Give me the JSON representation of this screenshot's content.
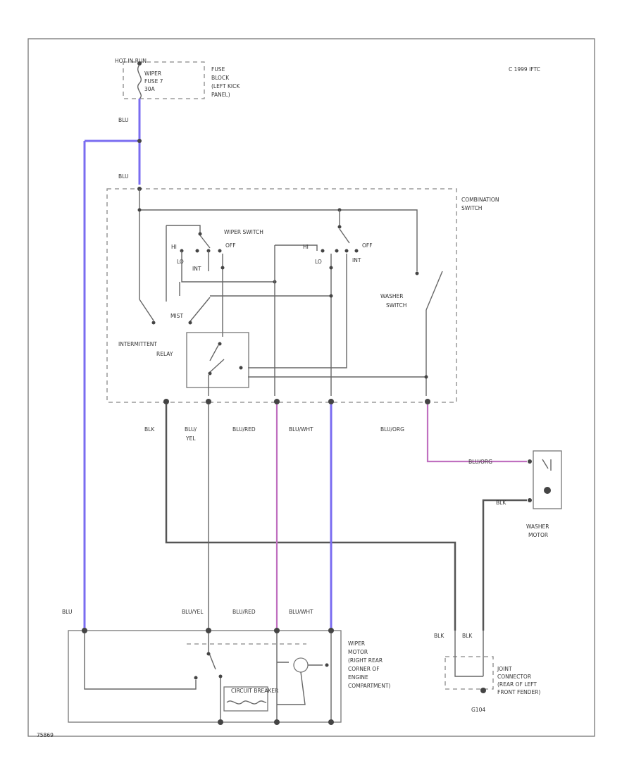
{
  "copyright": "C 1999 IFTC",
  "fuse_block": {
    "top_label": "HOT IN RUN",
    "fuse_lines": [
      "WIPER",
      "FUSE 7",
      "30A"
    ],
    "name_lines": [
      "FUSE",
      "BLOCK",
      "(LEFT KICK",
      "PANEL)"
    ]
  },
  "combination_switch": {
    "name_lines": [
      "COMBINATION",
      "SWITCH"
    ]
  },
  "wiper_switch": {
    "title": "WIPER SWITCH",
    "pos_hi": "HI",
    "pos_off": "OFF",
    "pos_lo": "LO",
    "pos_int": "INT"
  },
  "washer_switch": {
    "name_lines": [
      "WASHER",
      "SWITCH"
    ]
  },
  "mist_label": "MIST",
  "intermittent_relay": {
    "name_lines": [
      "INTERMITTENT",
      "RELAY"
    ]
  },
  "wire_colors": {
    "blu_1": "BLU",
    "blu_2": "BLU",
    "blk_left": "BLK",
    "blu_yel_top": [
      "BLU/",
      "YEL"
    ],
    "blu_red_top": "BLU/RED",
    "blu_wht_top": "BLU/WHT",
    "blu_org_top": "BLU/ORG",
    "blu_org_motor": "BLU/ORG",
    "blk_motor": "BLK",
    "blu_bottom": "BLU",
    "blu_yel_bottom": "BLU/YEL",
    "blu_red_bottom": "BLU/RED",
    "blu_wht_bottom": "BLU/WHT",
    "blk_joint_1": "BLK",
    "blk_joint_2": "BLK"
  },
  "washer_motor": {
    "name_lines": [
      "WASHER",
      "MOTOR"
    ]
  },
  "wiper_motor": {
    "name_lines": [
      "WIPER",
      "MOTOR",
      "(RIGHT REAR",
      "CORNER OF",
      "ENGINE",
      "COMPARTMENT)"
    ],
    "circuit_breaker": "CIRCUIT BREAKER"
  },
  "joint_connector": {
    "name_lines": [
      "JOINT",
      "CONNECTOR",
      "(REAR OF LEFT",
      "FRONT FENDER)"
    ],
    "ground_id": "G104"
  },
  "diagram_id": "75869"
}
